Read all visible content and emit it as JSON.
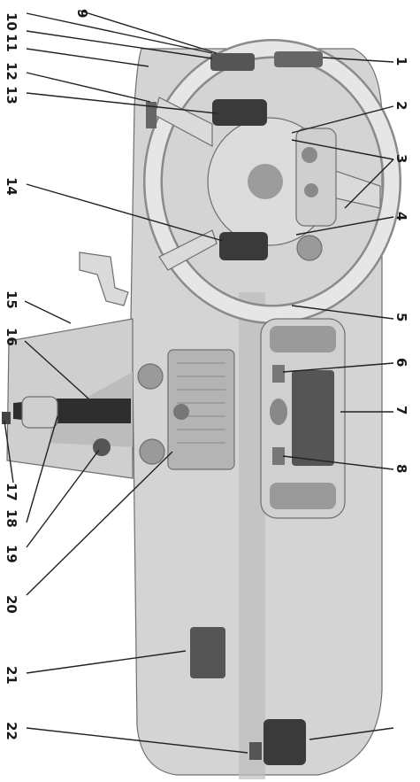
{
  "colors": {
    "dash": "#d4d4d4",
    "dash_shadow": "#9a9a9a",
    "wheel": "#e2e2e2",
    "dark_part": "#3a3a3a",
    "screen": "#555555",
    "line": "#222222"
  },
  "callouts": {
    "left": [
      "10",
      "11",
      "12",
      "13",
      "14",
      "15",
      "16",
      "17",
      "18",
      "19",
      "20",
      "21",
      "22"
    ],
    "right": [
      "1",
      "2",
      "3",
      "4",
      "5",
      "6",
      "7",
      "8",
      "9"
    ]
  }
}
